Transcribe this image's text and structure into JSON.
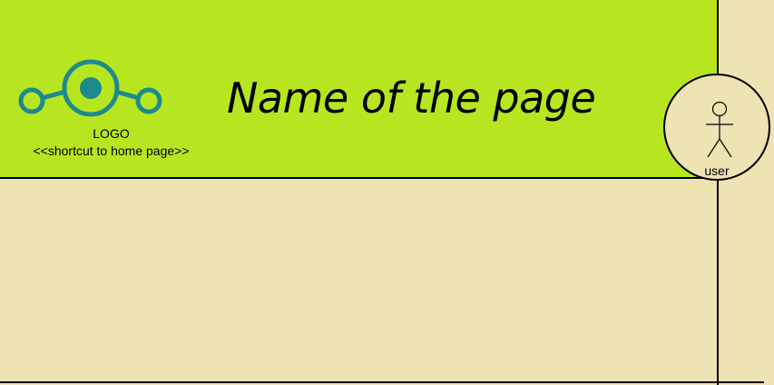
{
  "header": {
    "logo_label": "LOGO",
    "logo_subtitle": "<<shortcut to home page>>",
    "page_title": "Name of the page",
    "user_label": "user"
  },
  "colors": {
    "header_background": "#b7e621",
    "page_background": "#ede3b3",
    "logo_color": "#1d8a8d",
    "border": "#000000"
  },
  "icons": {
    "logo": "lineage-logo-icon",
    "user": "stick-figure-user-icon"
  }
}
